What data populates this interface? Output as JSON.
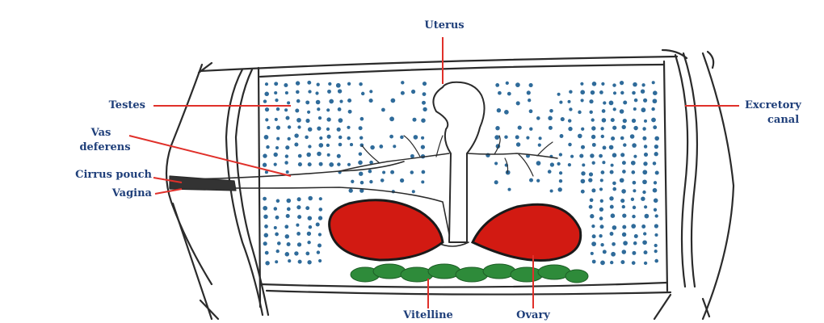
{
  "labels": {
    "uterus": "Uterus",
    "testes": "Testes",
    "vas_deferens_line1": "Vas",
    "vas_deferens_line2": "deferens",
    "cirrus_pouch": "Cirrus pouch",
    "vagina": "Vagina",
    "excretory_line1": "Excretory",
    "excretory_line2": "canal",
    "vitelline": "Vitelline",
    "ovary": "Ovary"
  },
  "colors": {
    "label_text": "#1f3f7a",
    "leader_line": "#e0302a",
    "outline": "#2b2b2b",
    "testes_dot": "#2f6b9a",
    "ovary_fill": "#d21a12",
    "vitelline_fill": "#2e8b3a"
  }
}
